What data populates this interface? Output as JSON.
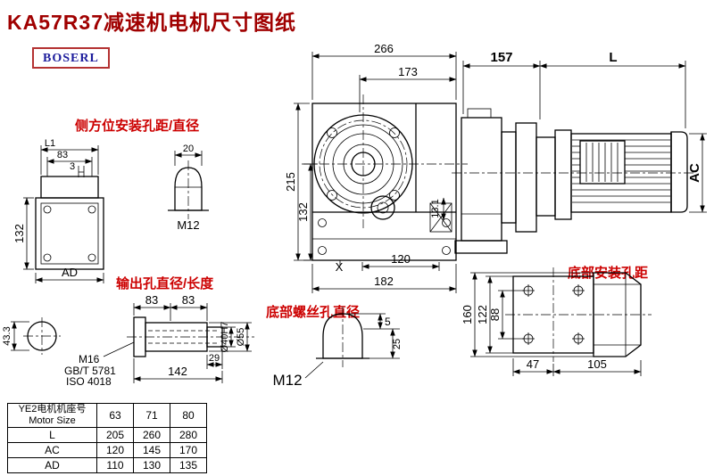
{
  "title": "KA57R37减速机电机尺寸图纸",
  "logo": "BOSERL",
  "annotations": {
    "side_mount": "侧方位安装孔距/直径",
    "output_hole": "输出孔直径/长度",
    "bottom_screw": "底部螺丝孔直径",
    "bottom_mount": "底部安装孔距"
  },
  "dims": {
    "top_width": "266",
    "flange_width": "173",
    "motor_offset": "157",
    "motor_length": "L",
    "total_height": "215",
    "center_height": "132",
    "bolt_span": "120",
    "base_width": "182",
    "plug_offset": "13.1",
    "x_mark": "X",
    "motor_diameter": "AC",
    "side_l1": "L1",
    "side_83": "83",
    "side_3": "3",
    "side_20": "20",
    "side_height": "132",
    "side_ad": "AD",
    "side_m12": "M12",
    "shaft_83a": "83",
    "shaft_83b": "83",
    "shaft_m16": "M16",
    "shaft_gb": "GB/T 5781",
    "shaft_iso": "ISO 4018",
    "shaft_29": "29",
    "shaft_142": "142",
    "shaft_d40": "Ø40H7",
    "shaft_d55": "Ø55",
    "shaft_433": "43.3",
    "bottom_m12": "M12",
    "bottom_5": "5",
    "bottom_25": "25",
    "base_160": "160",
    "base_122": "122",
    "base_88": "88",
    "base_47": "47",
    "base_105": "105"
  },
  "table": {
    "header": {
      "line1": "YE2电机机座号",
      "line2": "Motor Size"
    },
    "columns": [
      "63",
      "71",
      "80"
    ],
    "rows": [
      {
        "label": "L",
        "values": [
          "205",
          "260",
          "280"
        ]
      },
      {
        "label": "AC",
        "values": [
          "120",
          "145",
          "170"
        ]
      },
      {
        "label": "AD",
        "values": [
          "110",
          "130",
          "135"
        ]
      }
    ]
  },
  "colors": {
    "title": "#a00000",
    "annotation": "#cc0000",
    "logo_text": "#1c1c9c",
    "logo_border": "#b43232",
    "line": "#000000",
    "background": "#ffffff"
  }
}
